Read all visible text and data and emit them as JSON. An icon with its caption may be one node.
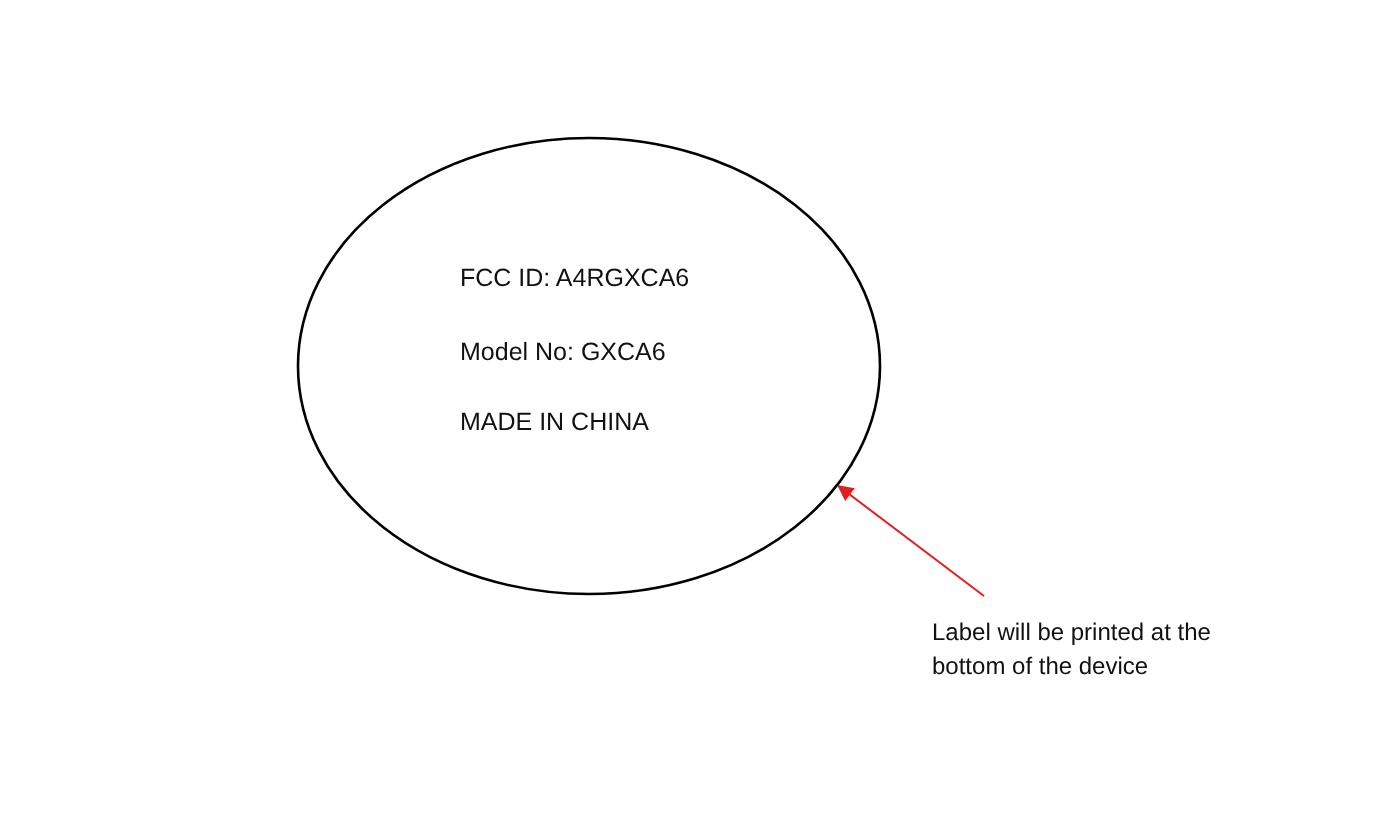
{
  "diagram": {
    "nodes": [
      {
        "text": [
          "FCC ID: A4RGXCA6",
          "Model No: GXCA6",
          "MADE IN CHINA"
        ]
      },
      {
        "text": [
          "Label will be printed at the bottom of the device"
        ]
      }
    ],
    "edges": [
      {
        "from": 1,
        "to": 0,
        "arrow": "to",
        "color": "#e02020"
      }
    ]
  }
}
